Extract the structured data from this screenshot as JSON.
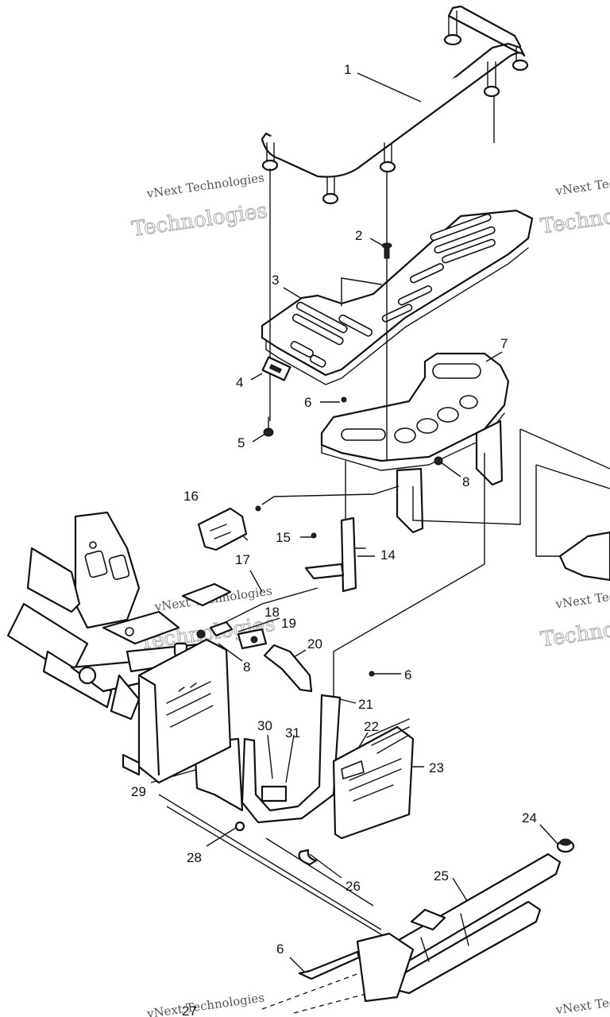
{
  "watermark": {
    "line1": "vNext Technologies",
    "line2": "Technologies",
    "logo": "vNext"
  },
  "callouts": [
    {
      "id": "1",
      "label": "1"
    },
    {
      "id": "2",
      "label": "2"
    },
    {
      "id": "3",
      "label": "3"
    },
    {
      "id": "4",
      "label": "4"
    },
    {
      "id": "5",
      "label": "5"
    },
    {
      "id": "6a",
      "label": "6"
    },
    {
      "id": "7",
      "label": "7"
    },
    {
      "id": "8a",
      "label": "8"
    },
    {
      "id": "16",
      "label": "16"
    },
    {
      "id": "15",
      "label": "15"
    },
    {
      "id": "14",
      "label": "14"
    },
    {
      "id": "17",
      "label": "17"
    },
    {
      "id": "18",
      "label": "18"
    },
    {
      "id": "19",
      "label": "19"
    },
    {
      "id": "8b",
      "label": "8"
    },
    {
      "id": "20",
      "label": "20"
    },
    {
      "id": "6b",
      "label": "6"
    },
    {
      "id": "21",
      "label": "21"
    },
    {
      "id": "30",
      "label": "30"
    },
    {
      "id": "31",
      "label": "31"
    },
    {
      "id": "22",
      "label": "22"
    },
    {
      "id": "23",
      "label": "23"
    },
    {
      "id": "29",
      "label": "29"
    },
    {
      "id": "28",
      "label": "28"
    },
    {
      "id": "26",
      "label": "26"
    },
    {
      "id": "24",
      "label": "24"
    },
    {
      "id": "25",
      "label": "25"
    },
    {
      "id": "6c",
      "label": "6"
    },
    {
      "id": "27",
      "label": "27"
    }
  ]
}
